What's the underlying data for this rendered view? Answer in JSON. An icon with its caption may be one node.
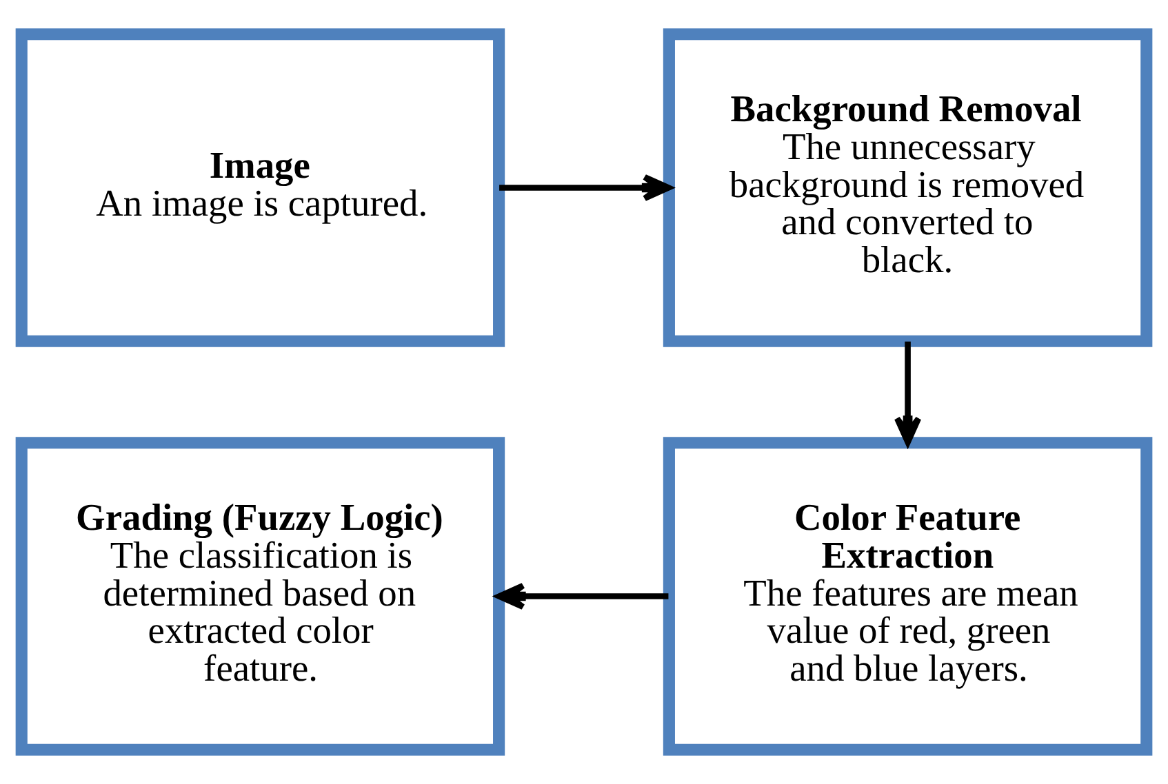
{
  "diagram": {
    "nodes": [
      {
        "text": [
          "Image",
          "An image is captured."
        ]
      },
      {
        "text": [
          "Background Removal",
          "The unnecessary background is removed and converted to black."
        ]
      },
      {
        "text": [
          "Grading (Fuzzy Logic)",
          "The classification is determined based on extracted color feature."
        ]
      },
      {
        "text": [
          "Color Feature Extraction",
          "The features are mean value of red, green and blue layers."
        ]
      }
    ],
    "edges": [
      {
        "from": 0,
        "to": 1,
        "arrow": "to"
      },
      {
        "from": 1,
        "to": 3,
        "arrow": "to"
      },
      {
        "from": 3,
        "to": 2,
        "arrow": "to"
      }
    ]
  }
}
